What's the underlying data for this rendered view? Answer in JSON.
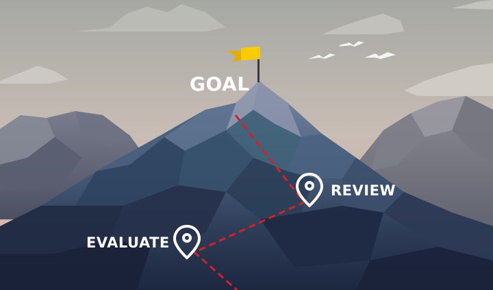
{
  "labels": {
    "goal": "GOAL",
    "review": "REVIEW",
    "evaluate": "EVALUATE"
  },
  "colors": {
    "sky_top": "#a9aaa6",
    "sky_glow": "#d9b7ae",
    "flag": "#f5c400",
    "path": "#d61f26",
    "pin": "#ffffff",
    "text": "#ffffff"
  },
  "icons": [
    "flag-icon",
    "location-pin-icon",
    "bird-icon",
    "cloud-icon"
  ]
}
